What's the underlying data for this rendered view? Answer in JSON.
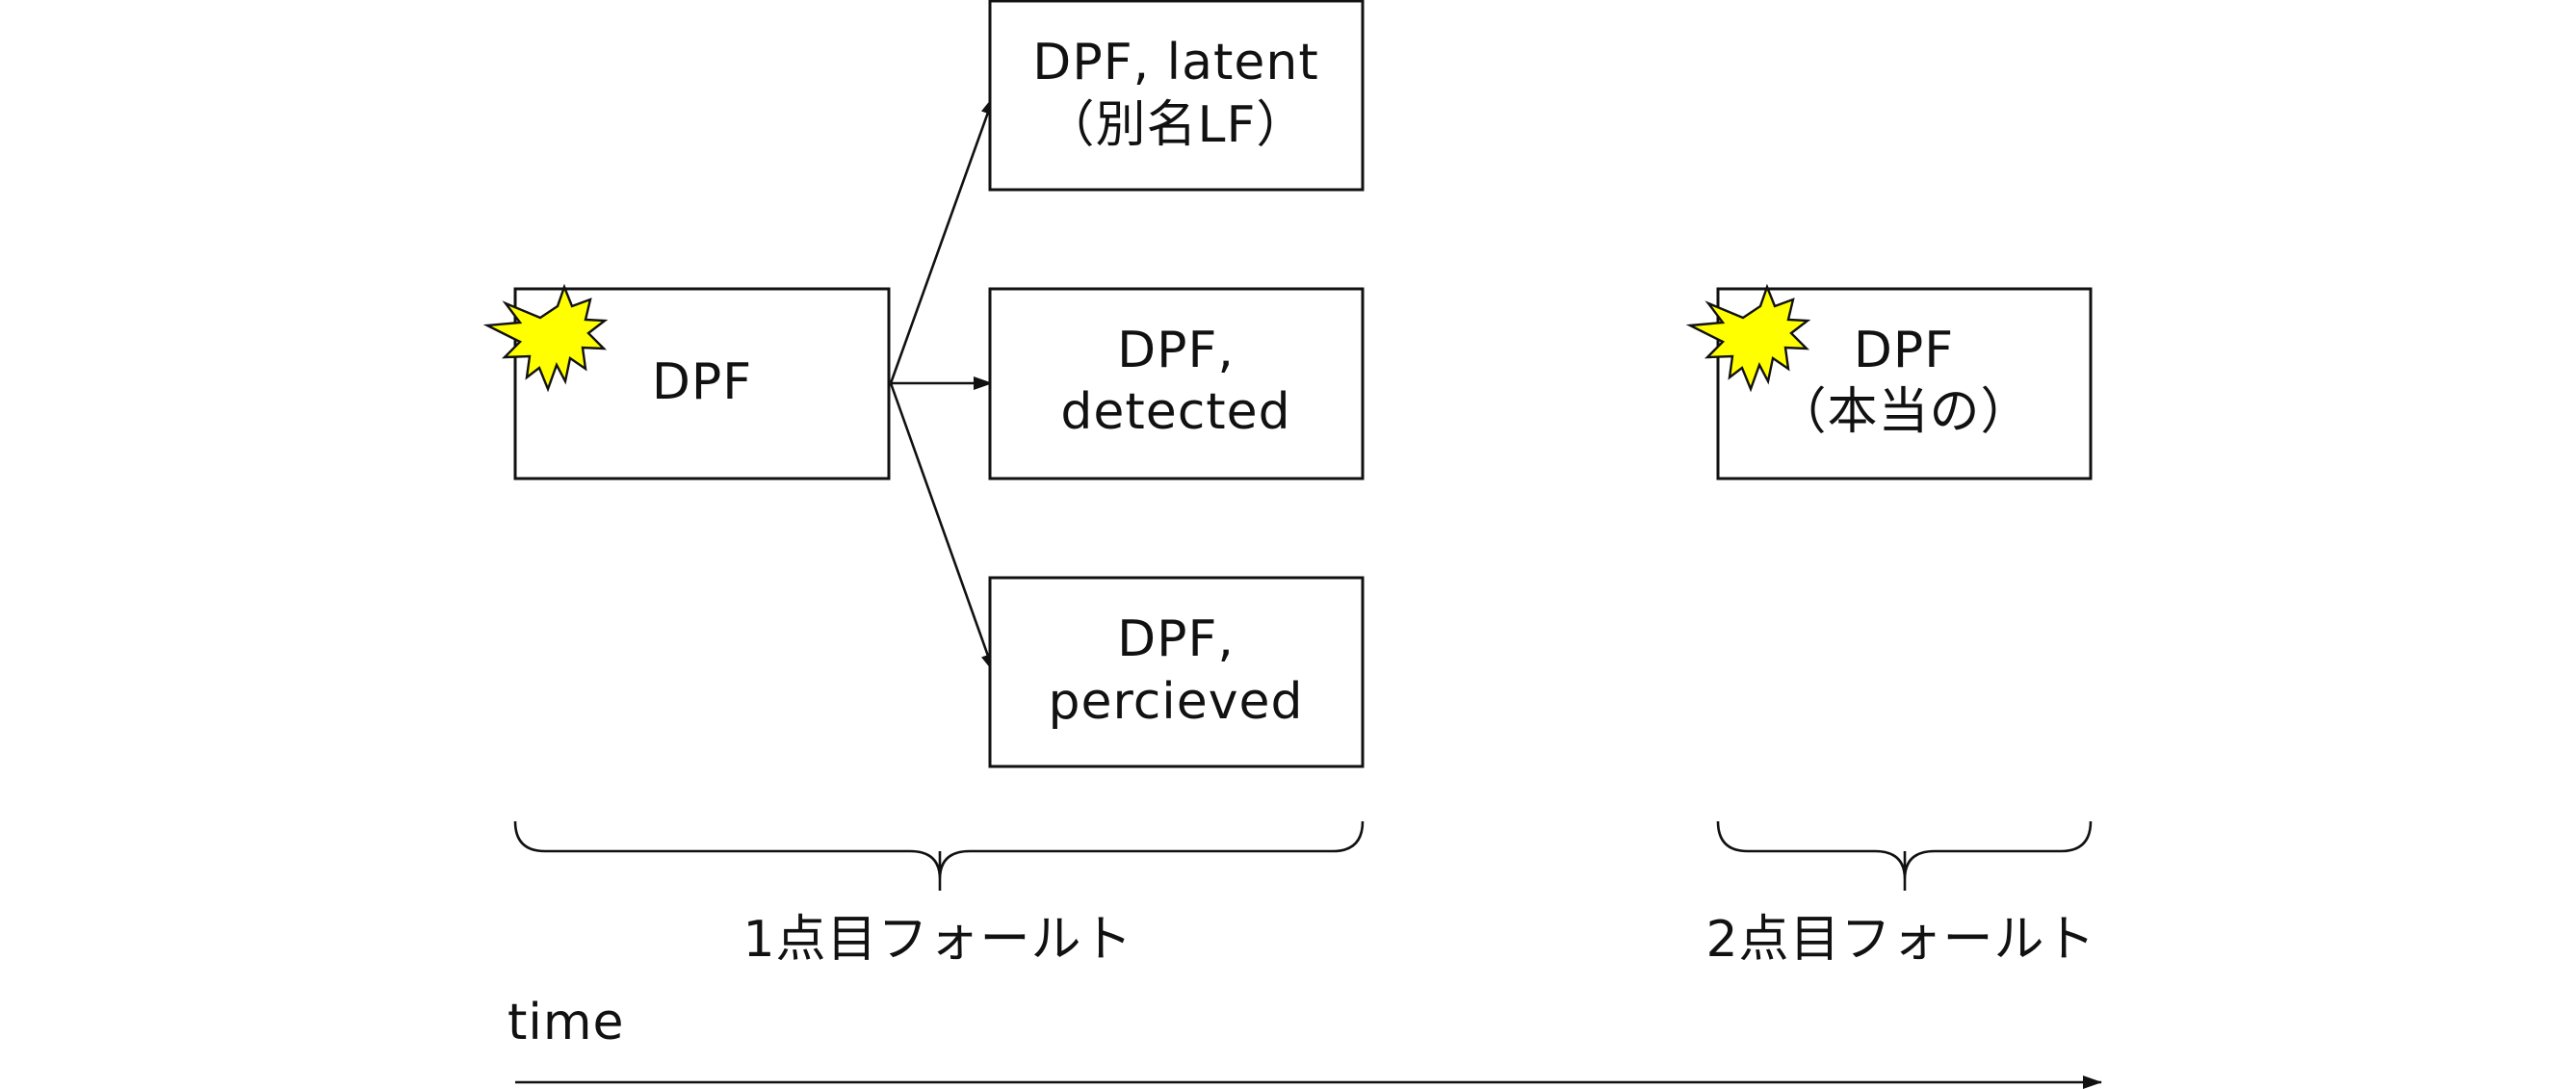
{
  "nodes": {
    "dpf": "DPF",
    "latent_line1": "DPF, latent",
    "latent_line2": "（別名LF）",
    "detected_line1": "DPF,",
    "detected_line2": "detected",
    "perceived_line1": "DPF,",
    "perceived_line2": "percieved",
    "true_line1": "DPF",
    "true_line2": "（本当の）"
  },
  "groups": {
    "first_fault": "1点目フォールト",
    "second_fault": "2点目フォールト"
  },
  "axis": {
    "time_label": "time"
  },
  "colors": {
    "burst_fill": "#ffff00",
    "line": "#111111",
    "background": "#ffffff"
  },
  "icons": {
    "fault_marker": "explosion-burst-icon"
  }
}
